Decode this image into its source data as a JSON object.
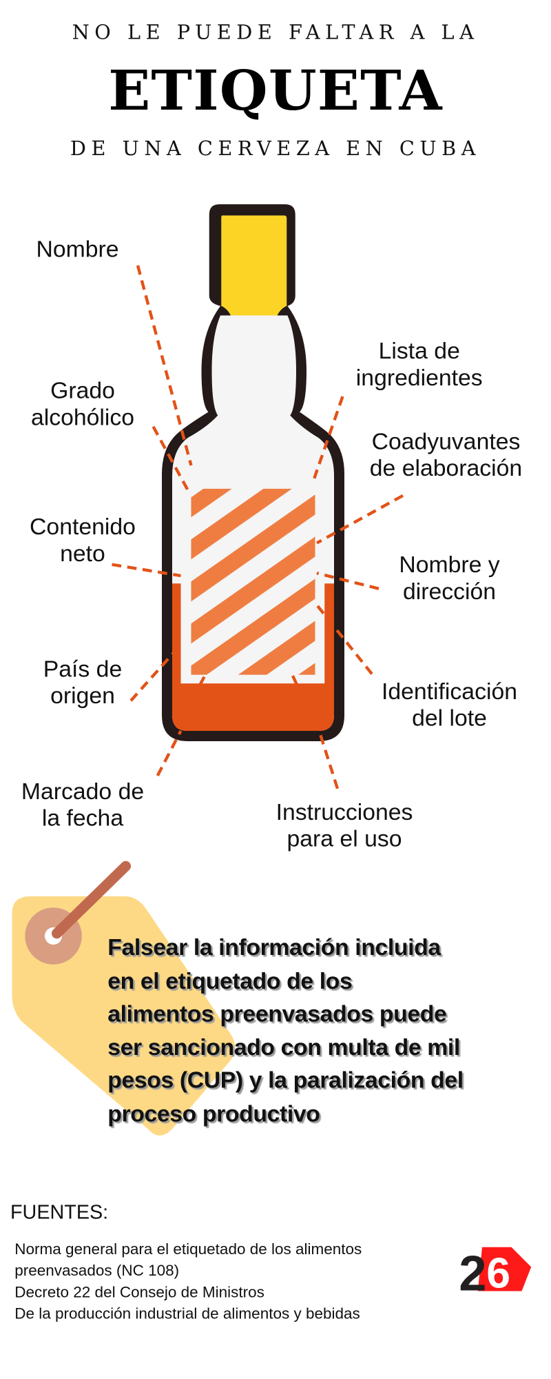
{
  "header": {
    "kicker": "NO LE PUEDE FALTAR A LA",
    "title": "ETIQUETA",
    "subtitle": "DE UNA CERVEZA EN CUBA"
  },
  "labels": {
    "nombre": [
      "Nombre"
    ],
    "grado": [
      "Grado",
      "alcohólico"
    ],
    "contenido": [
      "Contenido",
      "neto"
    ],
    "pais": [
      "País de",
      "origen"
    ],
    "fecha": [
      "Marcado de",
      "la fecha"
    ],
    "instrucciones": [
      "Instrucciones",
      "para el uso"
    ],
    "lote": [
      "Identificación",
      "del lote"
    ],
    "direccion": [
      "Nombre y",
      "dirección"
    ],
    "coadyuvantes": [
      "Coadyuvantes",
      "de elaboración"
    ],
    "ingredientes": [
      "Lista de",
      "ingredientes"
    ]
  },
  "warning": {
    "lines": [
      "Falsear la información incluida",
      "en el etiquetado de los",
      "alimentos preenvasados puede",
      "ser sancionado con multa de mil",
      "pesos (CUP) y la paralización del",
      "proceso productivo"
    ]
  },
  "sources": {
    "heading": "FUENTES:",
    "lines": [
      "Norma general para el etiquetado de los alimentos",
      "preenvasados (NC 108)",
      "Decreto 22 del Consejo de Ministros",
      "De la producción industrial de alimentos y bebidas"
    ]
  },
  "logo": {
    "text": "26"
  },
  "colors": {
    "outline": "#231a19",
    "cap": "#fbd426",
    "glass": "#f5f5f5",
    "liquid": "#e35217",
    "stripes": "#ef7d42",
    "leader": "#e35217",
    "tag": "#fdd985",
    "tag_ring": "#d99e82",
    "string": "#c1694f",
    "logo_red": "#ff1a1a"
  }
}
